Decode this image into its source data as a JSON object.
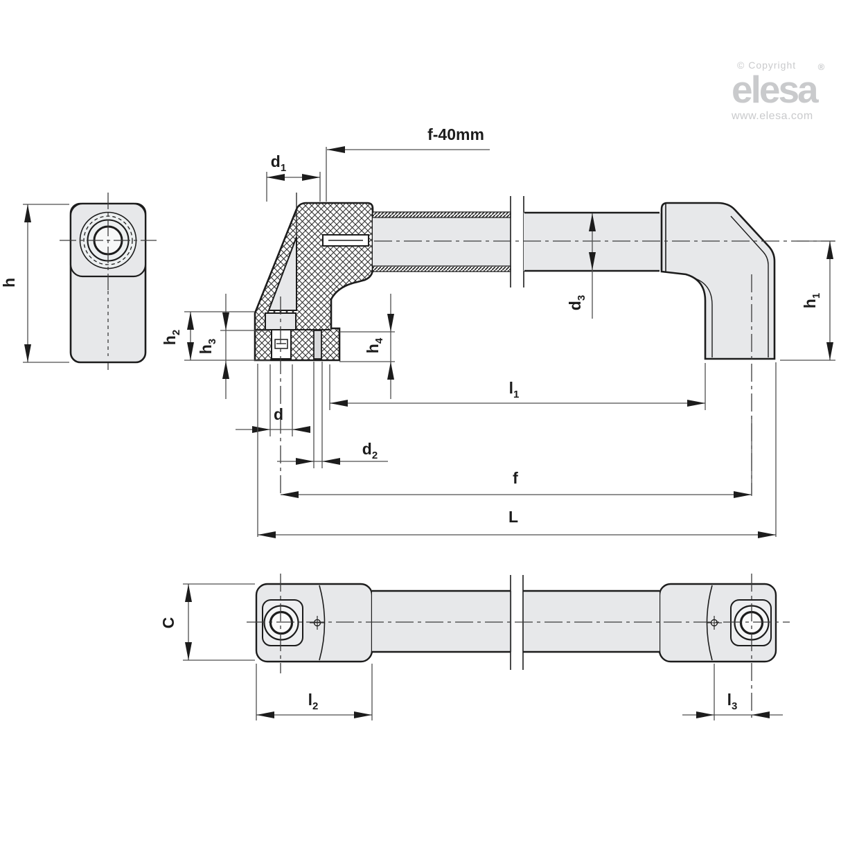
{
  "branding": {
    "copyright": "© Copyright",
    "logo": "elesa",
    "registered": "®",
    "website": "www.elesa.com"
  },
  "dimensions": {
    "f40": {
      "label": "f-40mm"
    },
    "d1": {
      "base": "d",
      "sub": "1"
    },
    "h": {
      "base": "h"
    },
    "h1": {
      "base": "h",
      "sub": "1"
    },
    "h2": {
      "base": "h",
      "sub": "2"
    },
    "h3": {
      "base": "h",
      "sub": "3"
    },
    "h4": {
      "base": "h",
      "sub": "4"
    },
    "d": {
      "base": "d"
    },
    "d2": {
      "base": "d",
      "sub": "2"
    },
    "d3": {
      "base": "d",
      "sub": "3"
    },
    "l1": {
      "base": "l",
      "sub": "1"
    },
    "l2": {
      "base": "l",
      "sub": "2"
    },
    "l3": {
      "base": "l",
      "sub": "3"
    },
    "f": {
      "base": "f"
    },
    "L": {
      "base": "L"
    },
    "C": {
      "base": "C"
    }
  },
  "colors": {
    "part_fill": "#e7e8ea",
    "edge_line": "#1c1c1c",
    "dimension_line": "#4d4d4d",
    "logo_gray": "#c9cacc"
  }
}
